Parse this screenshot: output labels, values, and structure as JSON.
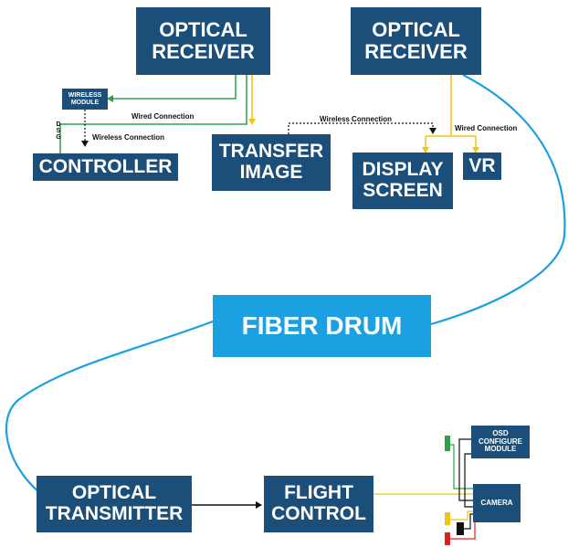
{
  "nodes": {
    "receiver_left": [
      "OPTICAL",
      "RECEIVER"
    ],
    "receiver_right": [
      "OPTICAL",
      "RECEIVER"
    ],
    "wireless_module": [
      "WIRELESS",
      "MODULE"
    ],
    "controller": [
      "CONTROLLER"
    ],
    "transfer_image": [
      "TRANSFER",
      "IMAGE"
    ],
    "display_screen": [
      "DISPLAY",
      "SCREEN"
    ],
    "vr": [
      "VR"
    ],
    "fiber_drum": "FIBER DRUM",
    "optical_transmitter": [
      "OPTICAL",
      "TRANSMITTER"
    ],
    "flight_control": [
      "FLIGHT",
      "CONTROL"
    ],
    "osd_module": [
      "OSD",
      "CONFIGURE",
      "MODULE"
    ],
    "camera": [
      "CAMERA"
    ]
  },
  "edge_labels": {
    "wired_left": "Wired Connection",
    "wireless_controller": "Wireless Connection",
    "wireless_transfer": "Wireless Connection",
    "wired_right": "Wired Connection",
    "dsg": [
      "D",
      "S",
      "G"
    ]
  },
  "colors": {
    "box": "#1b4f7a",
    "drum": "#1ba0e2",
    "fiber": "#1ba0e2",
    "wired_yellow": "#f0c419",
    "green_wire": "#2aa24a",
    "signal_black": "#111111",
    "red_wire": "#e02020"
  }
}
